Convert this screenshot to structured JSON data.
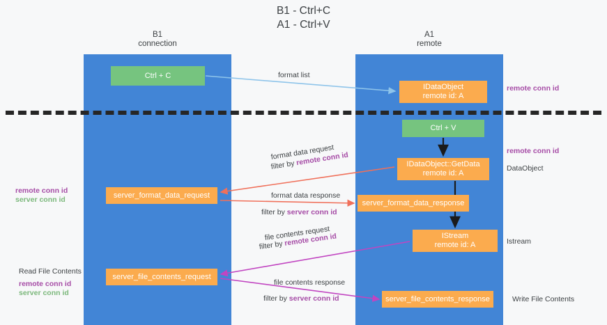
{
  "title": "B1 - Ctrl+C\nA1 - Ctrl+V",
  "lanes": {
    "left": {
      "header": "B1\nconnection"
    },
    "right": {
      "header": "A1\nremote"
    }
  },
  "nodes": {
    "ctrl_c": "Ctrl + C",
    "idataobject": "IDataObject\nremote id: A",
    "ctrl_v": "Ctrl + V",
    "getdata": "IDataObject::GetData\nremote id: A",
    "server_format_data_request": "server_format_data_request",
    "server_format_data_response": "server_format_data_response",
    "istream": "IStream\nremote id: A",
    "server_file_contents_request": "server_file_contents_request",
    "server_file_contents_response": "server_file_contents_response"
  },
  "edge_labels": {
    "format_list": "format list",
    "format_data_request": "format data request",
    "format_data_request_filter_prefix": "filter by ",
    "format_data_request_filter_key": "remote conn id",
    "format_data_response": "format data response",
    "format_data_response_filter_prefix": "filter by ",
    "format_data_response_filter_key": "server conn id",
    "file_contents_request": "file contents request",
    "file_contents_request_filter_prefix": "filter by ",
    "file_contents_request_filter_key": "remote conn id",
    "file_contents_response": "file contents response",
    "file_contents_response_filter_prefix": "filter by ",
    "file_contents_response_filter_key": "server conn id"
  },
  "side_labels": {
    "right_remote_conn_id_top": "remote conn id",
    "right_remote_conn_id_mid": "remote conn id",
    "right_dataobject": "DataObject",
    "right_istream": "Istream",
    "right_write_file_contents": "Write File Contents",
    "left_remote_conn_id": "remote conn id",
    "left_server_conn_id": "server conn id",
    "left_read_file_contents": "Read File Contents",
    "left_remote_conn_id_2": "remote conn id",
    "left_server_conn_id_2": "server conn id"
  },
  "colors": {
    "lane": "#4285d6",
    "green_node": "#76c47f",
    "orange_node": "#fbab4e",
    "purple_text": "#a64ca6",
    "green_text": "#7cb87c",
    "arrow_light_blue": "#8ec4ea",
    "arrow_red": "#f0705a",
    "arrow_magenta": "#c council"
  }
}
